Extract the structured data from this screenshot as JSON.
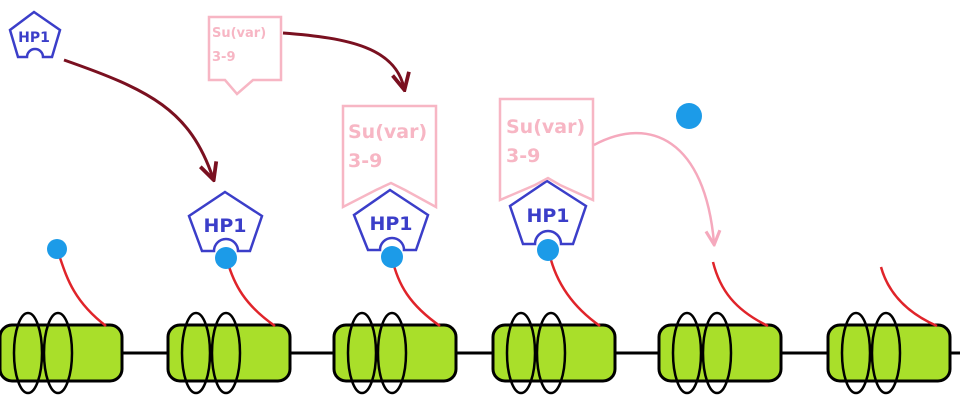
{
  "labels": {
    "hp1": "HP1",
    "suvar_line1": "Su(var)",
    "suvar_line2": "3-9"
  },
  "colors": {
    "hp1": "#3b3ec9",
    "suvar": "#f7b6c4",
    "methyl": "#1c9be8",
    "tail": "#e0242a",
    "nucleosome": "#a9df2a",
    "arrow_dark": "#7a1020",
    "arrow_light": "#f5a9bd",
    "outline": "#000000"
  },
  "nucleosome_count": 6
}
